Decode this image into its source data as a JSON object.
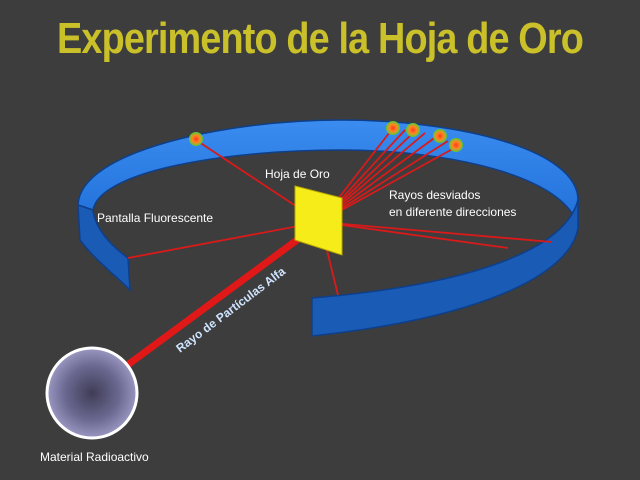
{
  "title": "Experimento de la Hoja de Oro",
  "labels": {
    "gold_foil": "Hoja de Oro",
    "deflected_rays_line1": "Rayos desviados",
    "deflected_rays_line2": "en diferente direcciones",
    "fluorescent_screen": "Pantalla Fluorescente",
    "alpha_ray": "Rayo de Partículas Alfa",
    "radioactive_material": "Material Radioactivo"
  },
  "colors": {
    "background": "#3d3d3d",
    "title": "#c9c02a",
    "screen_blue": "#2f7fe0",
    "screen_dark_blue": "#1a5bb5",
    "ray_red": "#e01818",
    "foil_yellow": "#f5ec1a",
    "hit_green": "#4ecb3a"
  }
}
